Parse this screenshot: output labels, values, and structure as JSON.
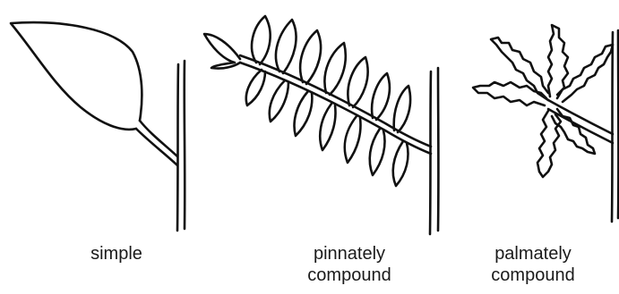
{
  "captions": {
    "simple": "simple",
    "pinnate": "pinnately\ncompound",
    "palmate": "palmately\ncompound"
  },
  "colors": {
    "ink": "#111111",
    "background": "#ffffff"
  }
}
